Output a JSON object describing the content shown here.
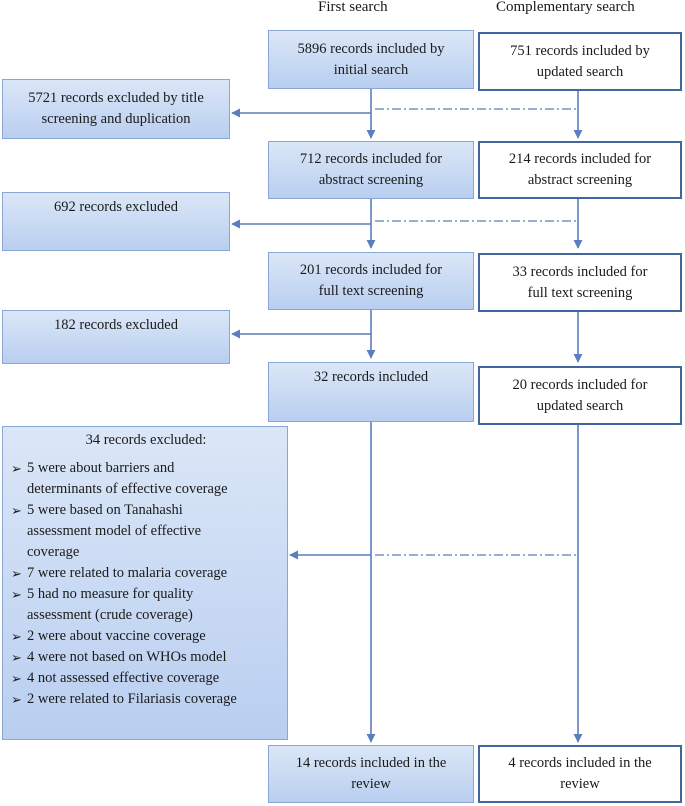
{
  "headers": {
    "first": "First search",
    "complementary": "Complementary search"
  },
  "first_column": {
    "b1": [
      "5896 records included by",
      "initial search"
    ],
    "b2": [
      "712 records included for",
      "abstract screening"
    ],
    "b3": [
      "201 records included for",
      "full text screening"
    ],
    "b4": [
      "32 records included"
    ],
    "b5": [
      "14 records included in the",
      "review"
    ]
  },
  "complementary_column": {
    "b1": [
      "751 records included by",
      "updated search"
    ],
    "b2": [
      "214 records included for",
      "abstract screening"
    ],
    "b3": [
      "33 records included for",
      "full text screening"
    ],
    "b4": [
      "20 records included for",
      "updated search"
    ],
    "b5": [
      "4 records included in the",
      "review"
    ]
  },
  "exclusions": {
    "e1": [
      "5721 records excluded by title",
      "screening and duplication"
    ],
    "e2": [
      "692 records excluded"
    ],
    "e3": [
      "182 records excluded"
    ]
  },
  "final_exclusion": {
    "title": "34 records excluded:",
    "bullet": "➢",
    "items": [
      [
        "5 were about barriers and",
        "determinants of effective coverage"
      ],
      [
        "5 were based on Tanahashi",
        "assessment model of effective",
        "coverage"
      ],
      [
        "7 were related to malaria coverage"
      ],
      [
        "5 had no measure for quality",
        "assessment (crude coverage)"
      ],
      [
        "2 were about vaccine coverage"
      ],
      [
        "4 were not based on WHOs model"
      ],
      [
        "4 not assessed effective coverage"
      ],
      [
        "2 were related to Filariasis coverage"
      ]
    ]
  },
  "colors": {
    "arrow": "#5b7fbc",
    "white_box_border": "#41669e",
    "blue_box_fill": "#c6d7f2"
  }
}
